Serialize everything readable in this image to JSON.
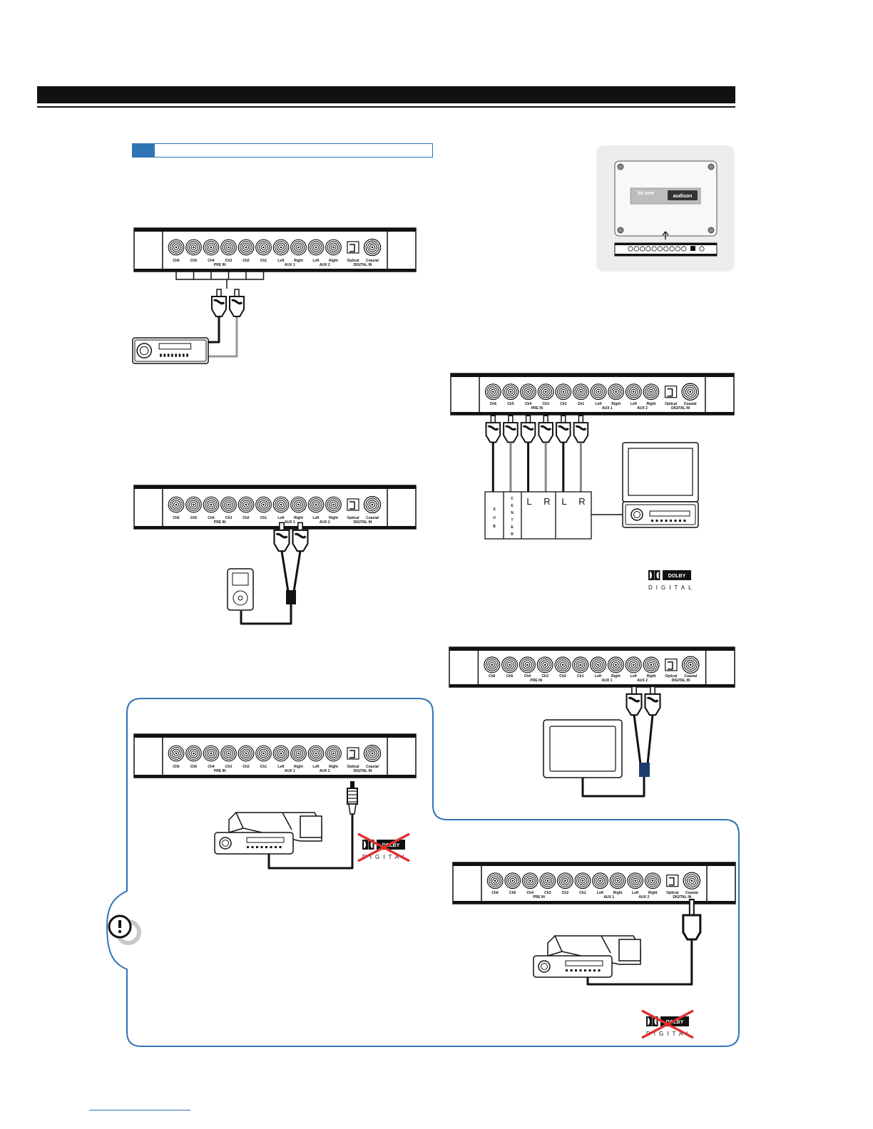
{
  "device": {
    "brand_logo": "audison",
    "model_logo": "bit one",
    "port_labels": [
      "Ch6",
      "Ch5",
      "Ch4",
      "Ch3",
      "Ch2",
      "Ch1",
      "Left",
      "Right",
      "Left",
      "Right",
      "Optical",
      "Coaxial"
    ],
    "group_labels": {
      "pre_in": "PRE IN",
      "aux1": "AUX 1",
      "aux2": "AUX 2",
      "digital_in": "DIGITAL IN"
    }
  },
  "surround_labels": {
    "sub": [
      "S",
      "U",
      "B"
    ],
    "center": [
      "C",
      "E",
      "N",
      "T",
      "E",
      "R"
    ],
    "l1": "L",
    "r1": "R",
    "l2": "L",
    "r2": "R"
  },
  "dolby": {
    "badge": "DOLBY",
    "word": "DIGITAL"
  },
  "colors": {
    "accent": "#2f74b5",
    "bar": "#111111",
    "crossed": "#e03030"
  },
  "icons": [
    "warning-icon",
    "head-unit-icon",
    "mp3-player-icon",
    "dvd-player-icon",
    "tv-monitor-icon",
    "rca-plug-icon",
    "toslink-plug-icon",
    "coaxial-plug-icon"
  ]
}
